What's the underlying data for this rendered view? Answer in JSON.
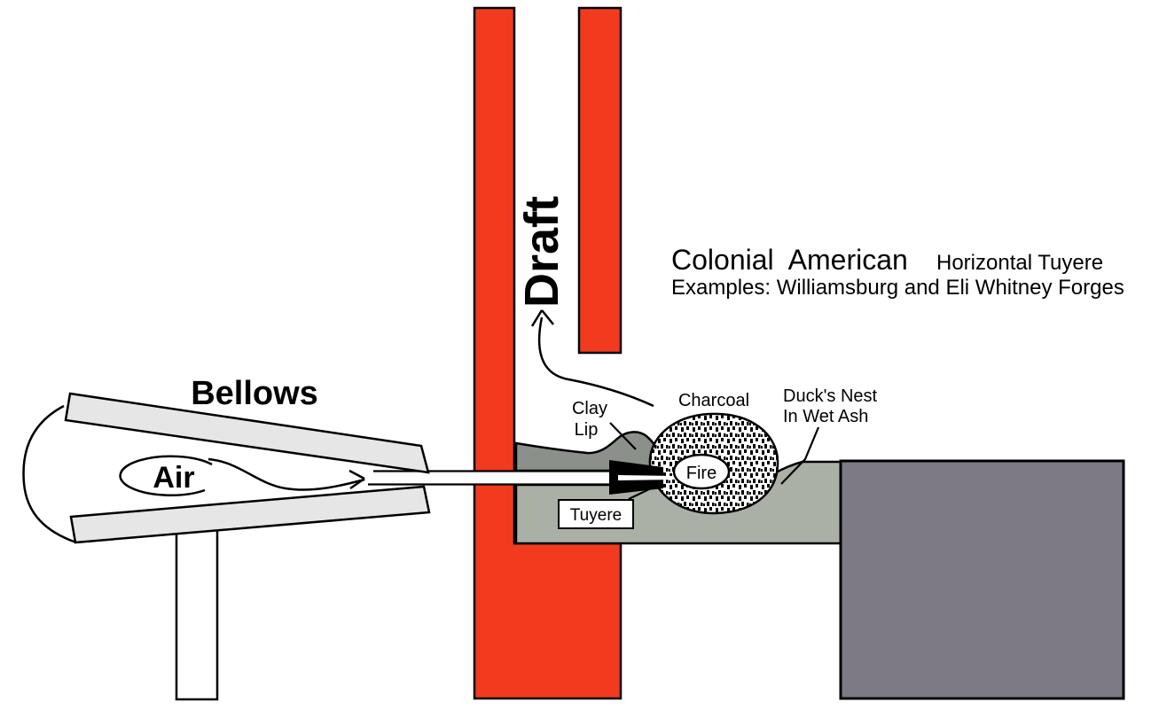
{
  "title": {
    "main": "Colonial  American",
    "sub": "Horizontal Tuyere",
    "line2": "Examples: Williamsburg and Eli Whitney Forges"
  },
  "labels": {
    "bellows": "Bellows",
    "air": "Air",
    "draft": "Draft",
    "clay_lip_line1": "Clay",
    "clay_lip_line2": "Lip",
    "charcoal": "Charcoal",
    "ducks_nest_line1": "Duck's Nest",
    "ducks_nest_line2": "In Wet Ash",
    "fire": "Fire",
    "tuyere": "Tuyere"
  },
  "colors": {
    "chimney_red": "#F23B1E",
    "hearth_gray": "#ABB0A7",
    "clay_gray": "#8C908B",
    "block_gray": "#7D7A86",
    "board_gray": "#E6E6E6",
    "line_black": "#000000"
  }
}
